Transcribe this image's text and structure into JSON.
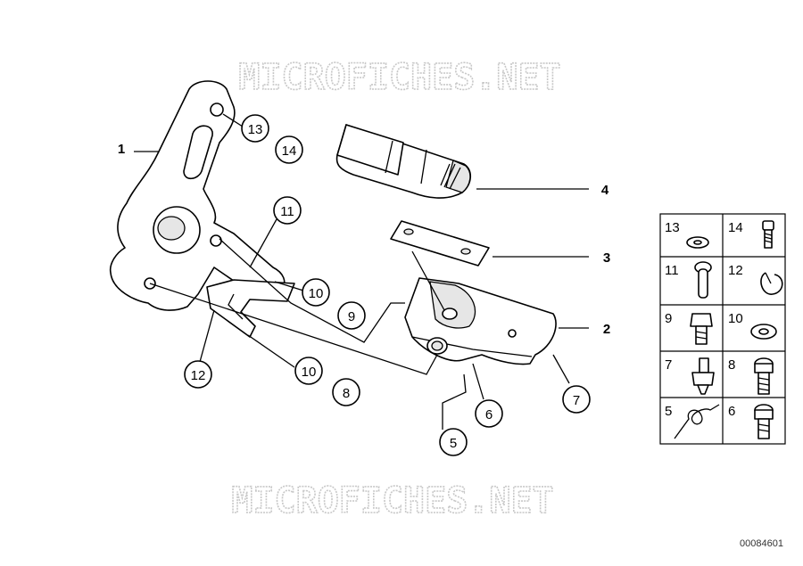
{
  "watermark": "MICROFICHES.NET",
  "diagram_code": "00084601",
  "callouts": {
    "c1": "1",
    "c2": "2",
    "c3": "3",
    "c4": "4",
    "c5": "5",
    "c6": "6",
    "c7": "7",
    "c8": "8",
    "c9": "9",
    "c10a": "10",
    "c10b": "10",
    "c11": "11",
    "c12": "12",
    "c13": "13",
    "c14": "14"
  },
  "legend": {
    "r1l": "13",
    "r1r": "14",
    "r2l": "11",
    "r2r": "12",
    "r3l": "9",
    "r3r": "10",
    "r4l": "7",
    "r4r": "8",
    "r5l": "5",
    "r5r": "6"
  }
}
